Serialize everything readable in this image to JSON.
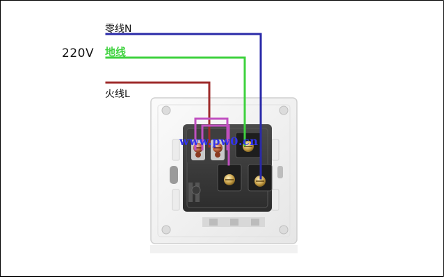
{
  "labels": {
    "neutral": "零线N",
    "voltage": "220V",
    "ground": "地线",
    "live": "火线L"
  },
  "watermark": "www.pw0.cn",
  "colors": {
    "neutral_wire": "#2a2aa8",
    "ground_wire": "#3ed23e",
    "live_wire": "#9e2a2a",
    "jumper_wire": "#c050c0",
    "watermark": "#3333ee"
  }
}
